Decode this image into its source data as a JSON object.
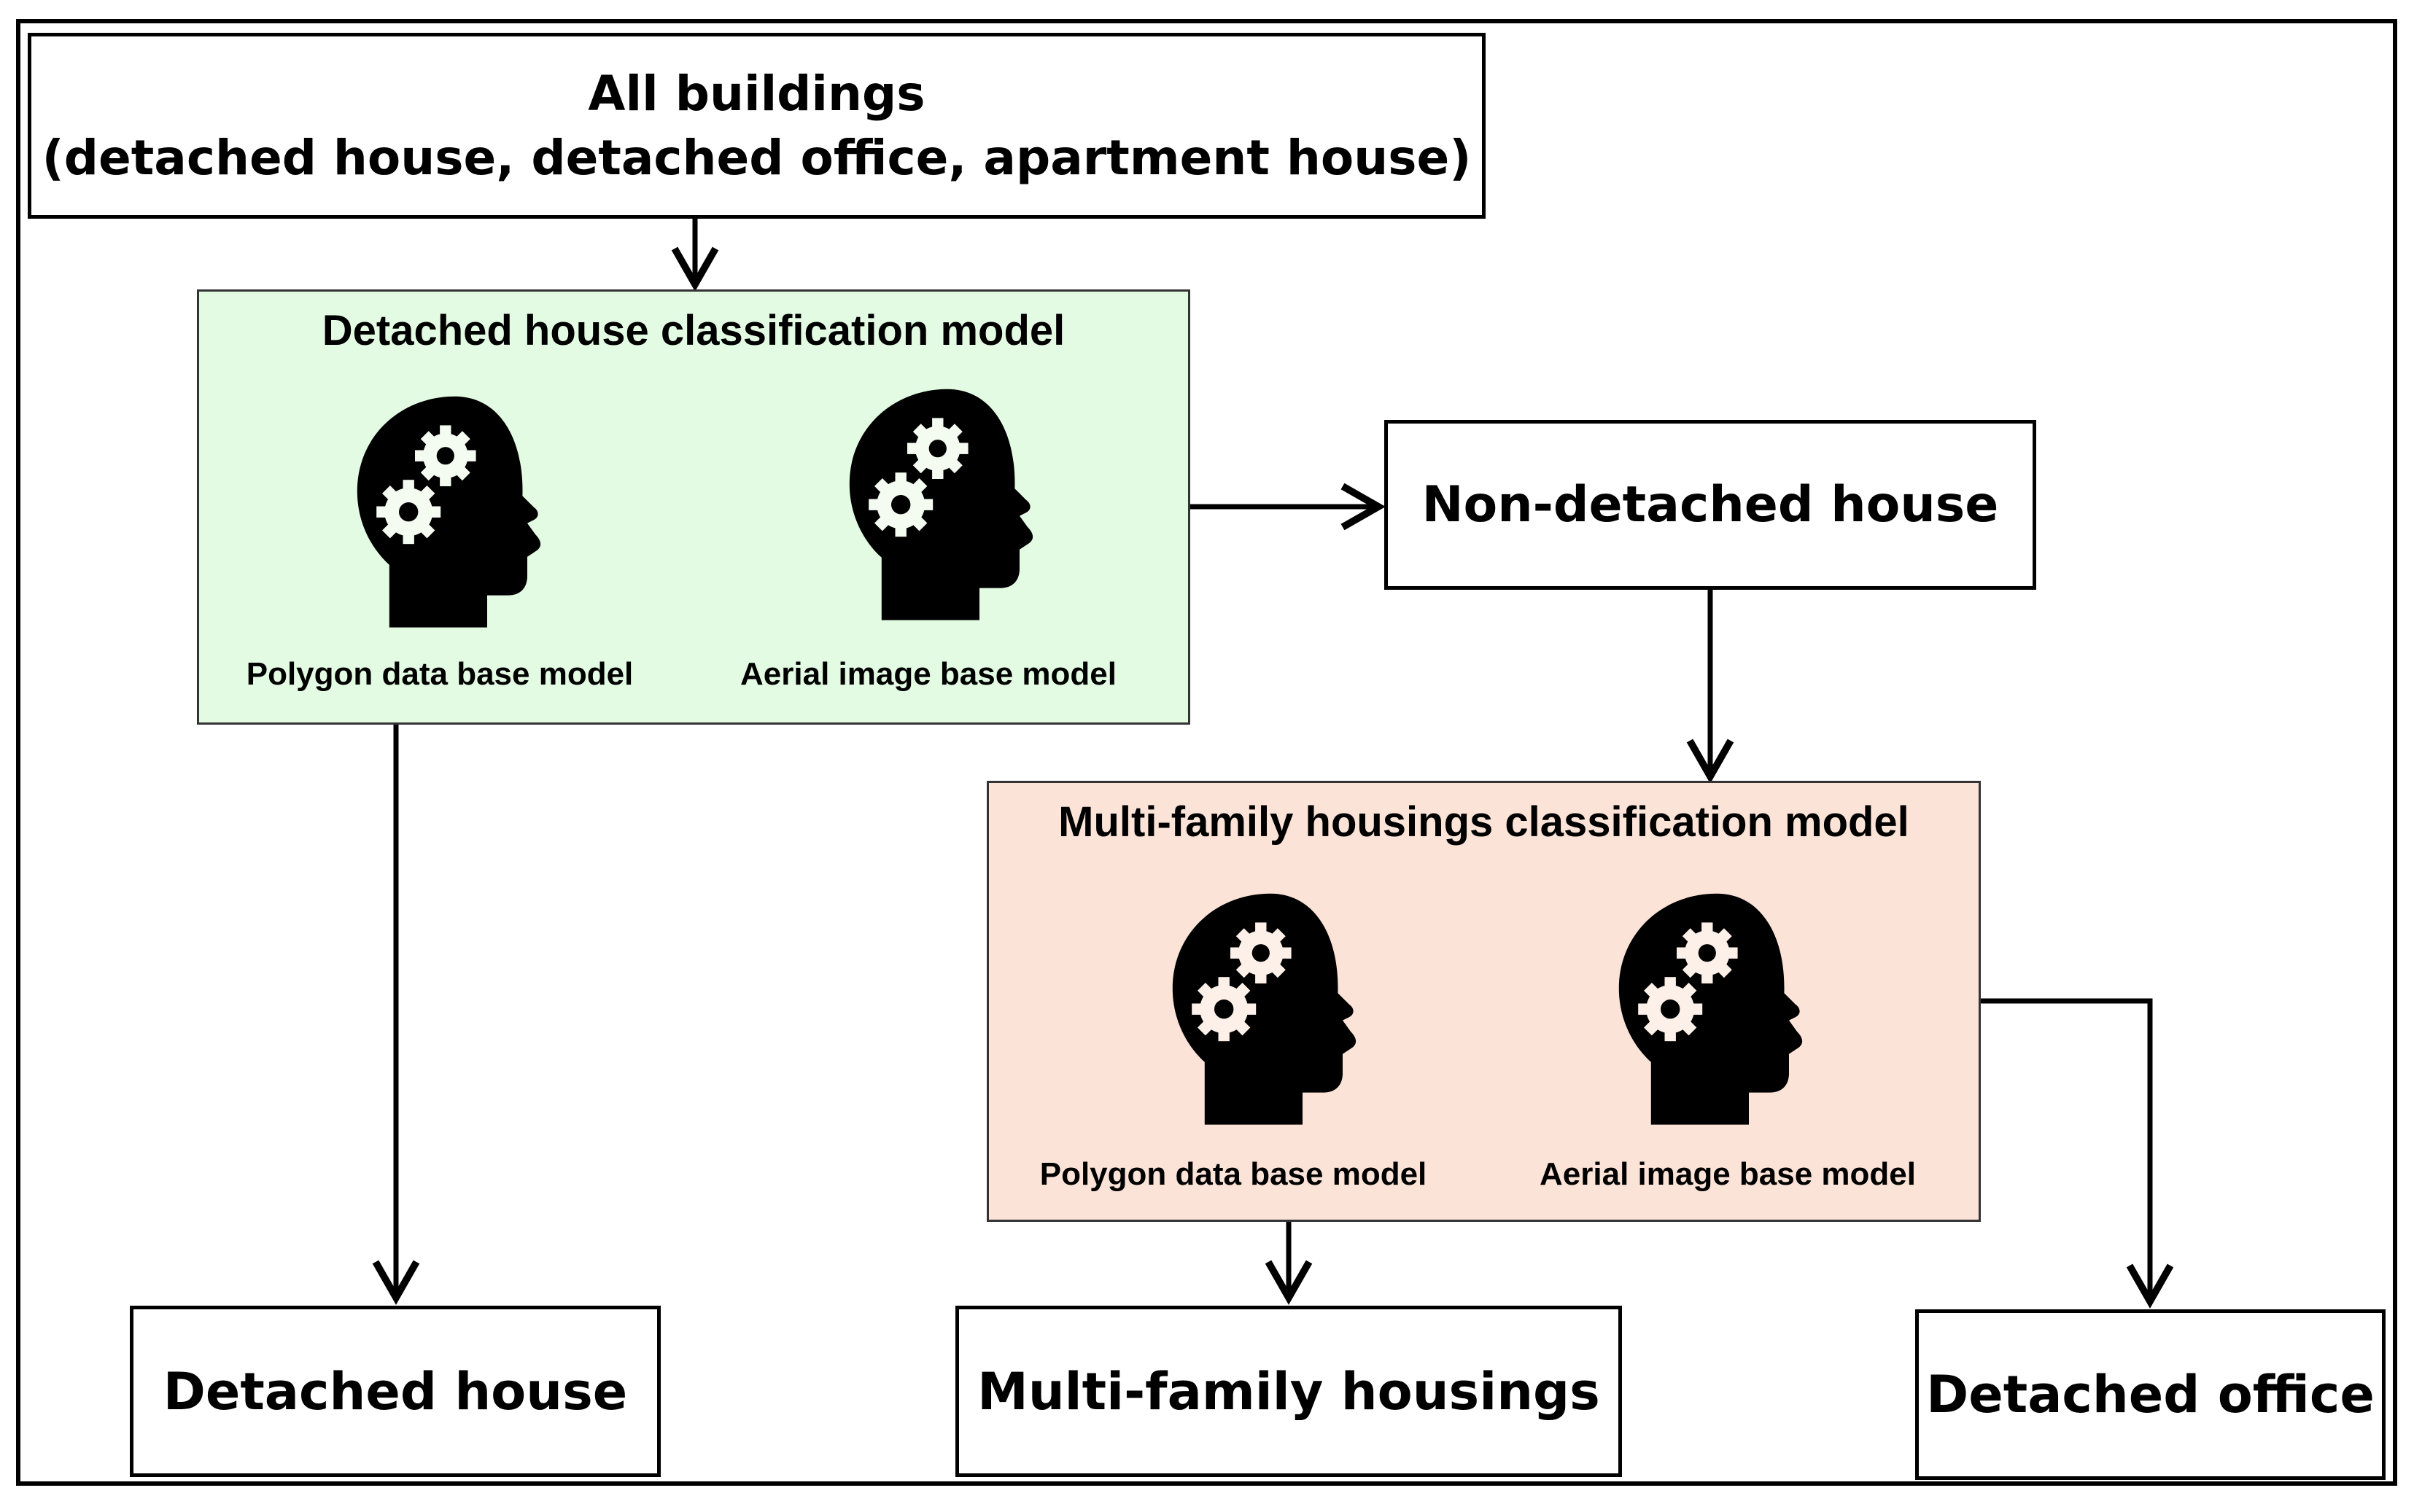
{
  "top_box": {
    "line1": "All buildings",
    "line2": "(detached house, detached office, apartment house)"
  },
  "detached_model": {
    "title": "Detached house classification model",
    "polygon_label": "Polygon data base model",
    "aerial_label": "Aerial image base model",
    "color": "#e3fbe3"
  },
  "multi_model": {
    "title": "Multi-family housings classification model",
    "polygon_label": "Polygon data base model",
    "aerial_label": "Aerial image base model",
    "color": "#fbe3d7"
  },
  "non_detached_box": {
    "label": "Non-detached house"
  },
  "outputs": {
    "detached_house": "Detached house",
    "multi_family": "Multi-family housings",
    "detached_office": "Detached office"
  },
  "icons": {
    "model_icon": "head-with-gears-icon"
  }
}
